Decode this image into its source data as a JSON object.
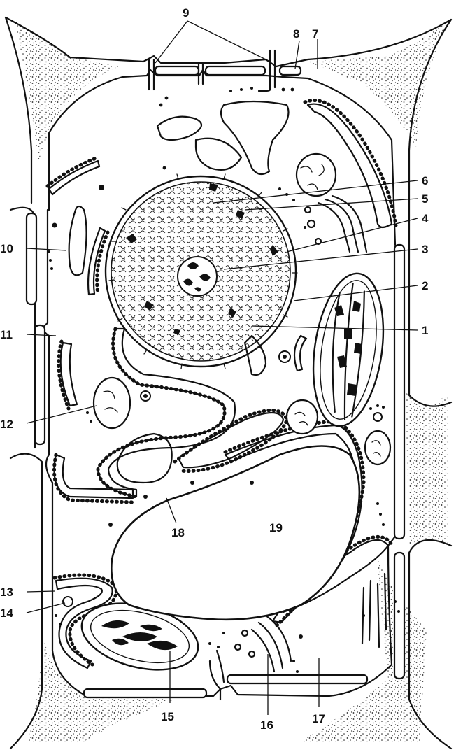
{
  "labels": [
    {
      "id": "label-1",
      "text": "1"
    },
    {
      "id": "label-2",
      "text": "2"
    },
    {
      "id": "label-3",
      "text": "3"
    },
    {
      "id": "label-4",
      "text": "4"
    },
    {
      "id": "label-5",
      "text": "5"
    },
    {
      "id": "label-6",
      "text": "6"
    },
    {
      "id": "label-7",
      "text": "7"
    },
    {
      "id": "label-8",
      "text": "8"
    },
    {
      "id": "label-9",
      "text": "9"
    },
    {
      "id": "label-10",
      "text": "10"
    },
    {
      "id": "label-11",
      "text": "11"
    },
    {
      "id": "label-12",
      "text": "12"
    },
    {
      "id": "label-13",
      "text": "13"
    },
    {
      "id": "label-14",
      "text": "14"
    },
    {
      "id": "label-15",
      "text": "15"
    },
    {
      "id": "label-16",
      "text": "16"
    },
    {
      "id": "label-17",
      "text": "17"
    },
    {
      "id": "label-18",
      "text": "18"
    },
    {
      "id": "label-19",
      "text": "19"
    }
  ]
}
